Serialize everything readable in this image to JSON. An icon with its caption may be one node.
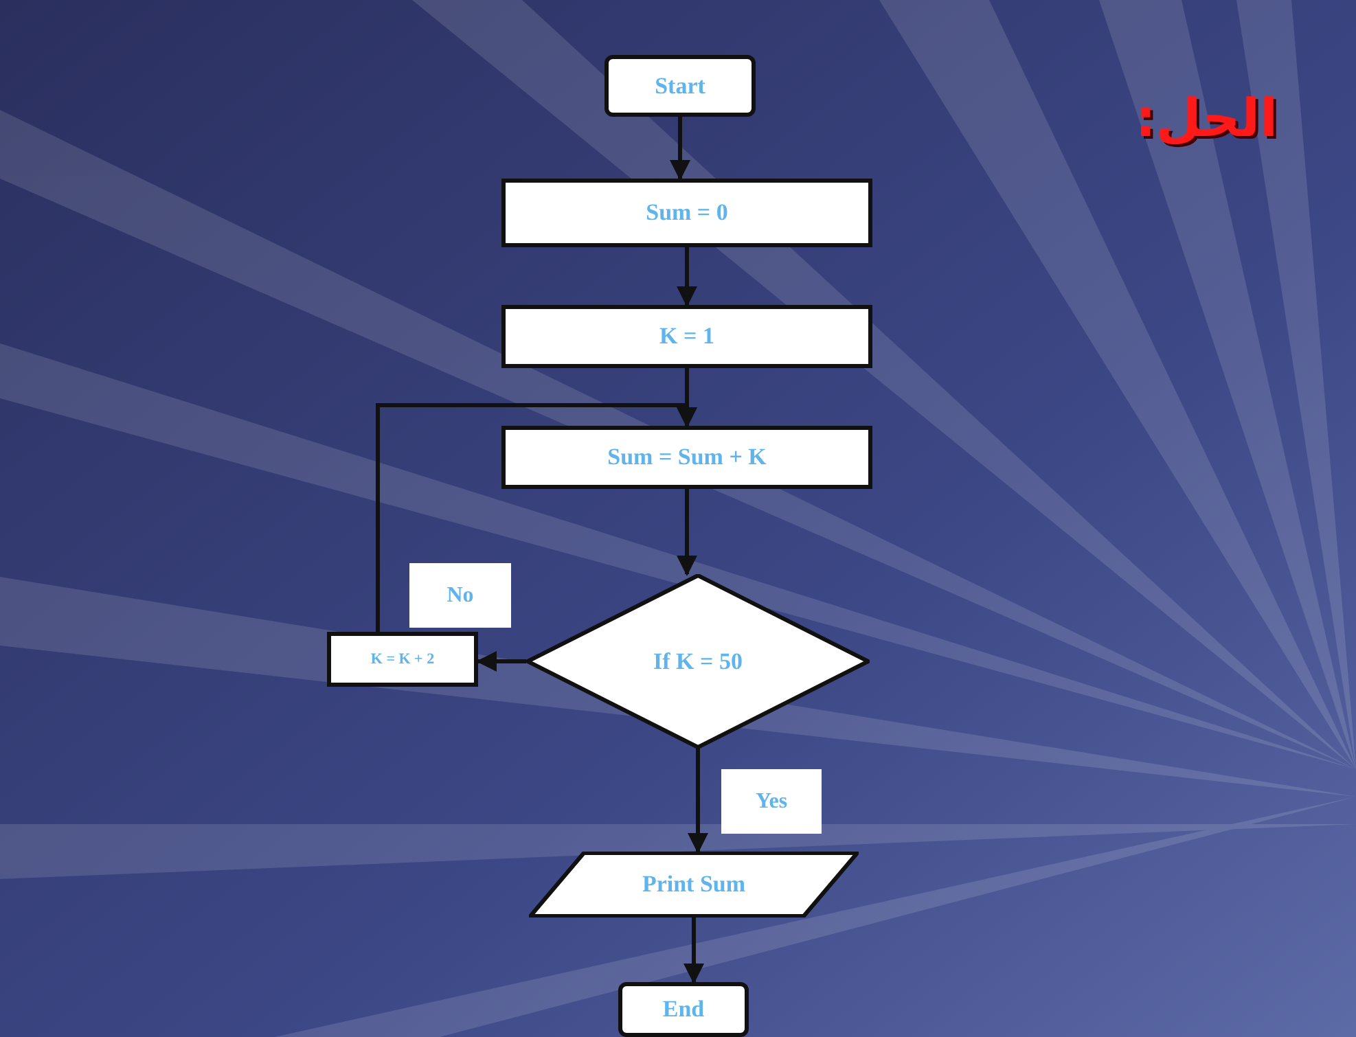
{
  "diagram": {
    "title": "الحل:",
    "nodes": [
      {
        "text": [
          "Start"
        ]
      },
      {
        "text": [
          "Sum = 0"
        ]
      },
      {
        "text": [
          "K = 1"
        ]
      },
      {
        "text": [
          "Sum = Sum + K"
        ]
      },
      {
        "text": [
          "If K = 50"
        ]
      },
      {
        "text": [
          "K = K + 2"
        ]
      },
      {
        "text": [
          "Print Sum"
        ]
      },
      {
        "text": [
          "End"
        ]
      }
    ],
    "edges": [
      {
        "from": 0,
        "to": 1,
        "arrow": "to"
      },
      {
        "from": 1,
        "to": 2,
        "arrow": "to"
      },
      {
        "from": 2,
        "to": 3,
        "arrow": "to"
      },
      {
        "from": 3,
        "to": 4,
        "arrow": "to"
      },
      {
        "from": 4,
        "to": 5,
        "label": "No",
        "arrow": "to"
      },
      {
        "from": 5,
        "to": 3,
        "arrow": "to"
      },
      {
        "from": 4,
        "to": 6,
        "label": "Yes",
        "arrow": "to"
      },
      {
        "from": 6,
        "to": 7,
        "arrow": "to"
      }
    ]
  }
}
